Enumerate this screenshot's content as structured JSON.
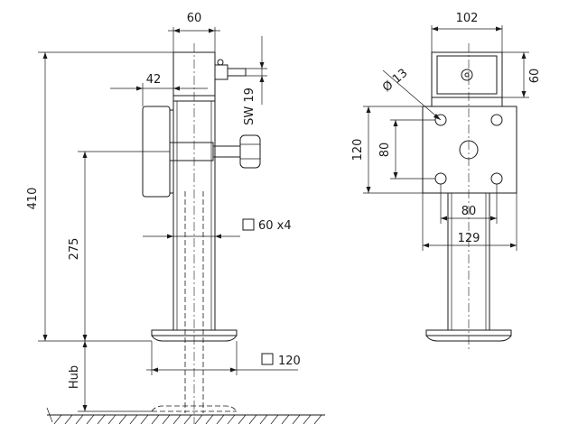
{
  "dimensions": {
    "side_top_width": "60",
    "side_offset": "42",
    "wrench_size": "SW 19",
    "total_height": "410",
    "lower_height": "275",
    "tube_profile": "60 x4",
    "stroke_label": "Hub",
    "foot_plate": "120",
    "front_top_width": "102",
    "front_top_height": "60",
    "hole_diameter": "Ø 13",
    "plate_height": "120",
    "hole_spacing_vertical": "80",
    "hole_spacing_horizontal": "80",
    "plate_width": "129"
  }
}
